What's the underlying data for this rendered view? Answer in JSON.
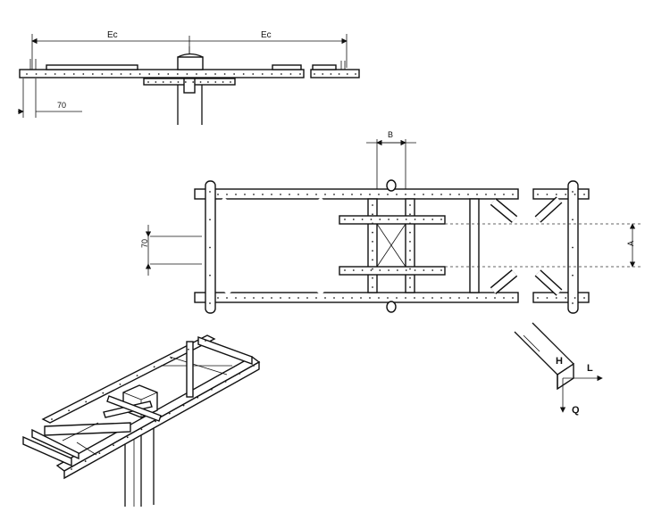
{
  "side_view": {
    "dimension_left": "Ec",
    "dimension_right": "Ec",
    "offset_label": "70"
  },
  "plan_view": {
    "dimension_top": "B",
    "dimension_right": "A",
    "dimension_left": "70"
  },
  "force_diagram": {
    "horizontal_force": "H",
    "longitudinal_force": "L",
    "vertical_load": "Q"
  },
  "colors": {
    "line": "#111111",
    "background": "#ffffff"
  }
}
